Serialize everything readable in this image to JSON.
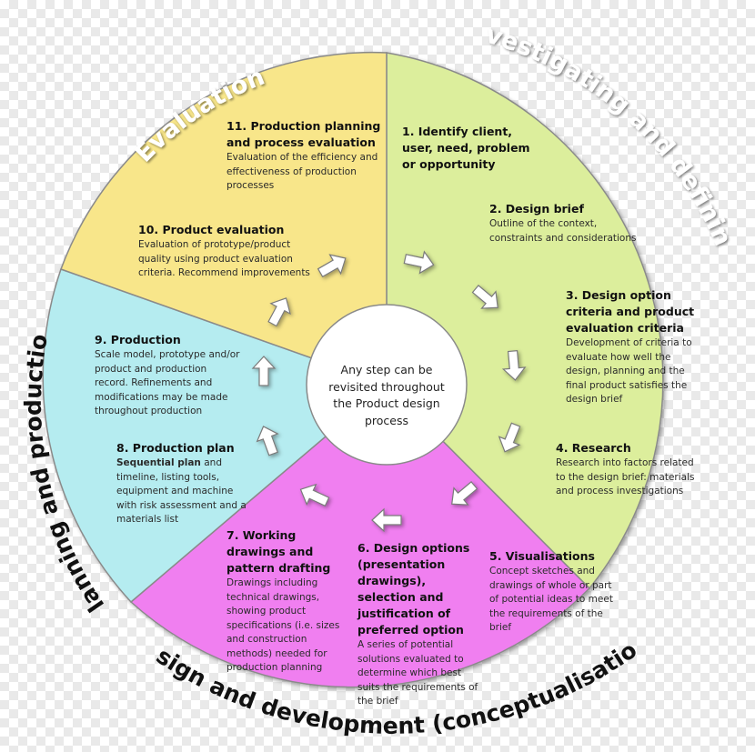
{
  "center_text": "Any step can be revisited throughout the Product design process",
  "phases": {
    "evaluation": "Evaluation",
    "investigating": "Investigating and defining",
    "planning": "Planning and production",
    "design": "Design and development (conceptualisation)"
  },
  "steps": [
    {
      "title": "1. Identify client, user, need, problem or opportunity",
      "desc": ""
    },
    {
      "title": "2. Design brief",
      "desc": "Outline of the context, constraints and considerations"
    },
    {
      "title": "3. Design option criteria and product evaluation criteria",
      "desc": "Development of criteria to evaluate how well the design, planning and the final product satisfies the design brief"
    },
    {
      "title": "4. Research",
      "desc": "Research into factors related to the design brief: materials and process investigations"
    },
    {
      "title": "5. Visualisations",
      "desc": "Concept sketches and drawings of whole or part of potential ideas to meet the requirements of the brief"
    },
    {
      "title": "6. Design options (presentation drawings), selection and justification of preferred option",
      "desc": "A series of potential solutions evaluated to determine which best suits the requirements of the brief"
    },
    {
      "title": "7. Working drawings and pattern drafting",
      "desc": "Drawings including technical drawings, showing product specifications (i.e. sizes and construction methods) needed for production planning"
    },
    {
      "title": "8. Production plan",
      "desc_bold": "Sequential plan",
      "desc": " and timeline, listing tools, equipment and machine with risk assessment and a materials list"
    },
    {
      "title": "9. Production",
      "desc": "Scale model, prototype and/or product and production record. Refinements and modifications may be made throughout production"
    },
    {
      "title": "10. Product evaluation",
      "desc": "Evaluation of prototype/product quality using product evaluation criteria. Recommend improvements"
    },
    {
      "title": "11.  Production planning and process evaluation",
      "desc": "Evaluation of the efficiency and effectiveness of production processes"
    }
  ],
  "colors": {
    "investigating": "#dcee9c",
    "design": "#f07ff0",
    "planning": "#b5ecf0",
    "evaluation": "#f8e68a",
    "outline": "#8a8a8a",
    "phase_label": "#ffffff"
  },
  "icons": {
    "arrow": "block-arrow-icon"
  }
}
